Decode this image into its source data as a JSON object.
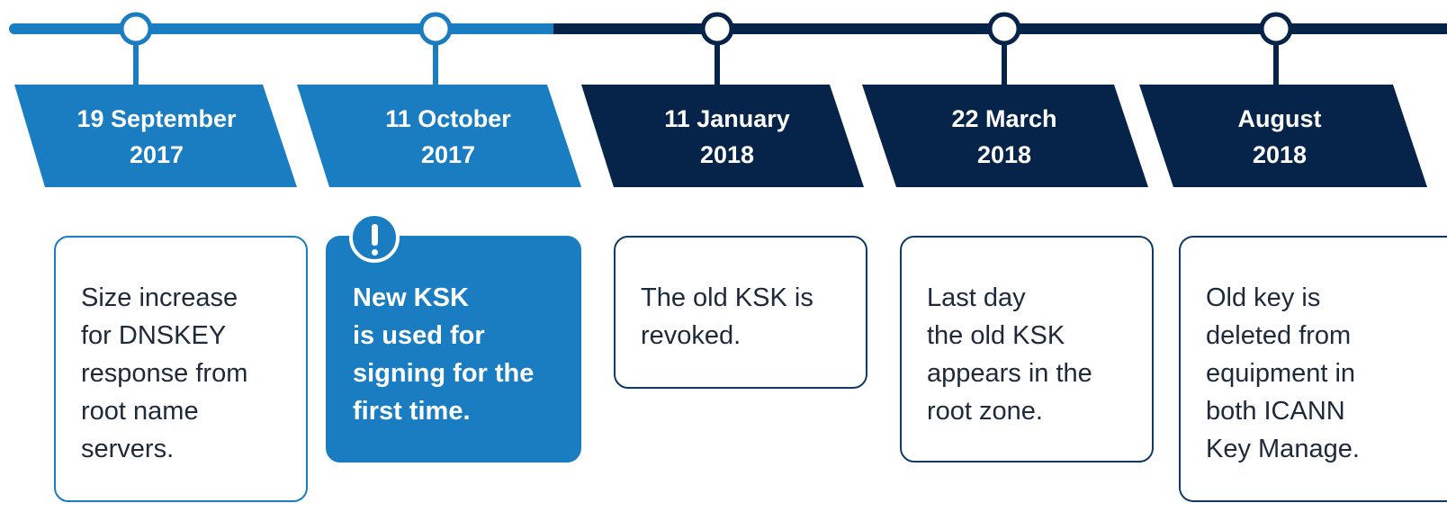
{
  "colors": {
    "light": "#1a7dc2",
    "dark": "#06234a",
    "text": "#1d2a3a",
    "white": "#ffffff"
  },
  "milestones": [
    {
      "date_line1": "19 September",
      "date_line2": "2017",
      "phase": "light",
      "text_lines": [
        "Size increase",
        "for DNSKEY",
        "response from",
        "root name",
        "servers."
      ]
    },
    {
      "date_line1": "11 October",
      "date_line2": "2017",
      "phase": "light",
      "highlight": true,
      "alert_icon": "exclamation-icon",
      "text_lines": [
        "New KSK",
        "is used for",
        "signing for the",
        "first time."
      ]
    },
    {
      "date_line1": "11 January",
      "date_line2": "2018",
      "phase": "dark",
      "text_lines": [
        "The old KSK is",
        "revoked."
      ]
    },
    {
      "date_line1": "22 March",
      "date_line2": "2018",
      "phase": "dark",
      "text_lines": [
        "Last day",
        "the old KSK",
        "appears in the",
        "root zone."
      ]
    },
    {
      "date_line1": "August",
      "date_line2": "2018",
      "phase": "dark",
      "text_lines": [
        "Old key is",
        "deleted from",
        "equipment in",
        "both ICANN",
        "Key Manage."
      ]
    }
  ]
}
